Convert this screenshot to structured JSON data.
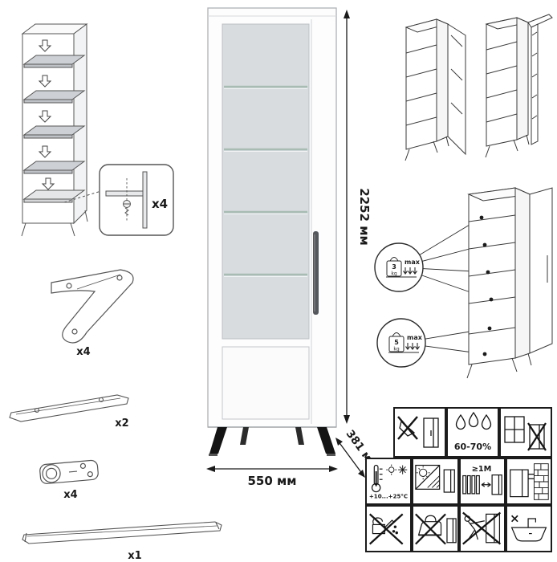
{
  "parts": {
    "shelf_fastener": {
      "qty": "x4"
    },
    "leg": {
      "qty": "x4"
    },
    "rail": {
      "qty": "x2"
    },
    "hinge": {
      "qty": "x4"
    },
    "handle": {
      "qty": "x1"
    }
  },
  "dimensions": {
    "height": "2252 мм",
    "width": "550 мм",
    "depth": "381 мм"
  },
  "load": {
    "upper": {
      "value": "3",
      "unit": "kg",
      "max": "max"
    },
    "lower": {
      "value": "5",
      "unit": "kg",
      "max": "max"
    }
  },
  "care": {
    "humidity": "60-70%",
    "temperature": "+10...+25°C",
    "min_distance": "≥1M"
  },
  "colors": {
    "glass": "#d8dcdf",
    "shelf_line": "#a9bcb4",
    "handle": "#54585c",
    "leg": "#141414"
  }
}
